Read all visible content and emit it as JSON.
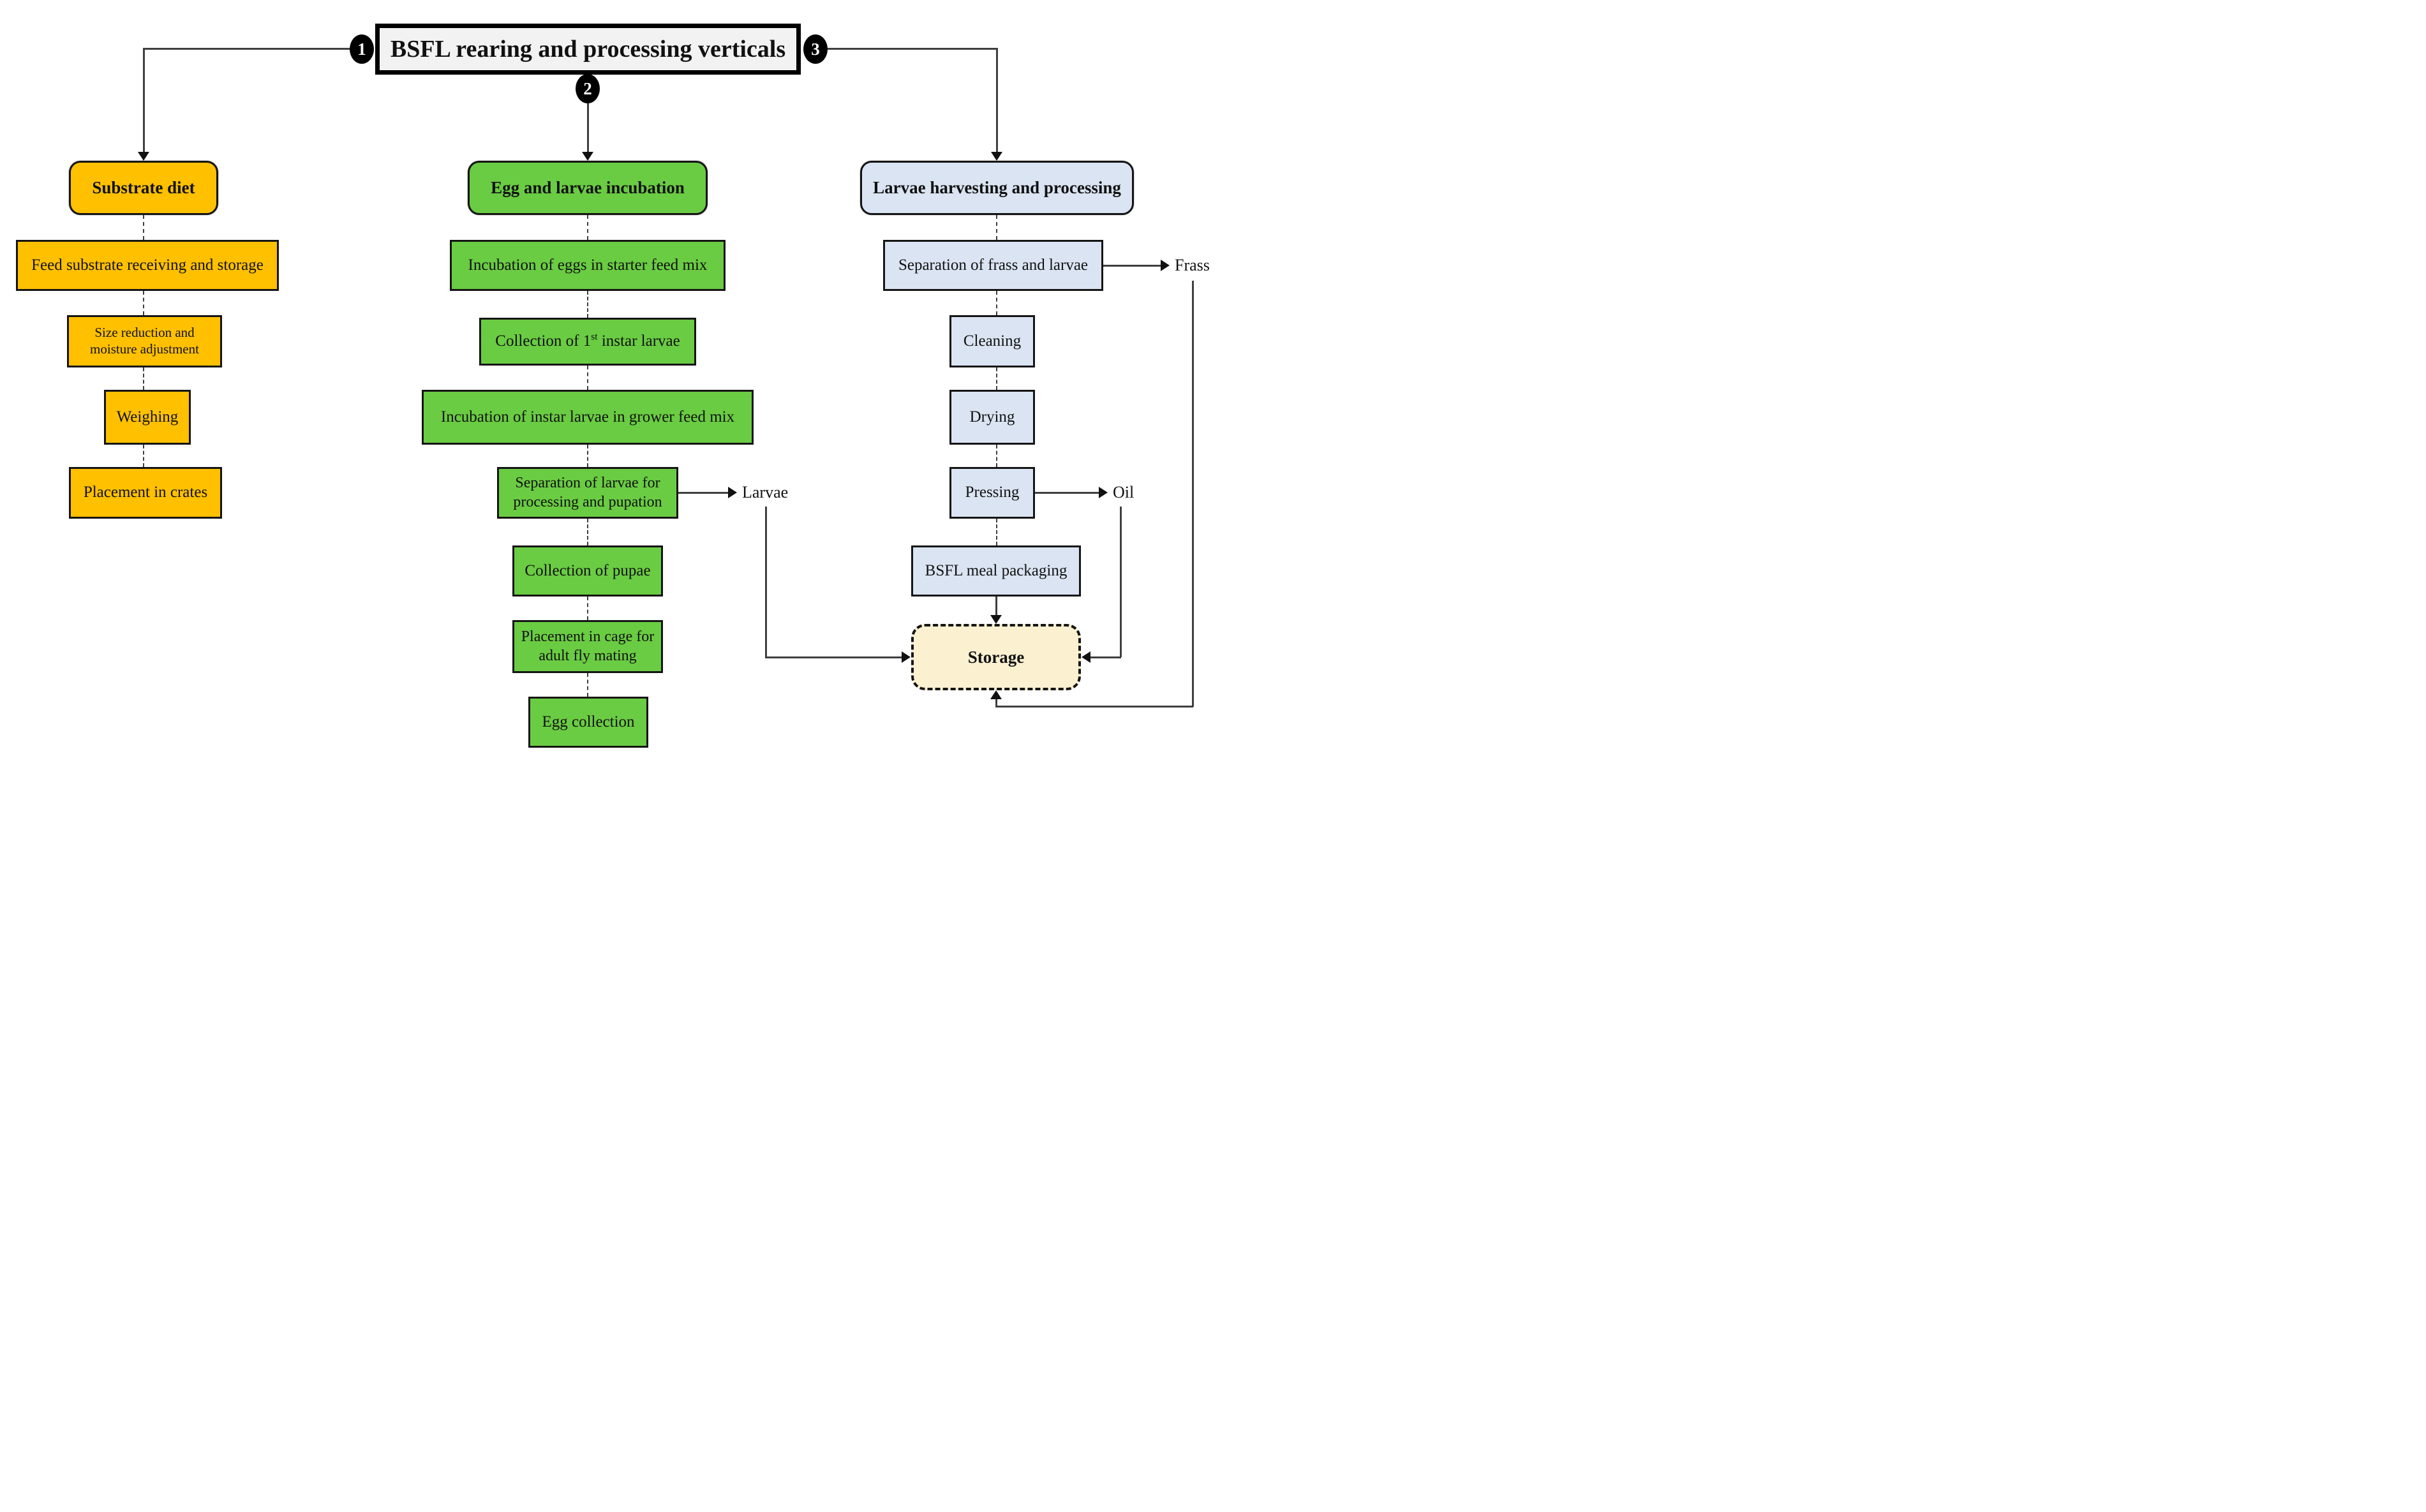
{
  "diagram": {
    "title": "BSFL rearing and processing verticals",
    "badges": [
      "1",
      "2",
      "3"
    ],
    "columns": [
      {
        "header": "Substrate diet",
        "steps": [
          "Feed substrate receiving and storage",
          "Size reduction and moisture adjustment",
          "Weighing",
          "Placement in crates"
        ]
      },
      {
        "header": "Egg and larvae incubation",
        "steps": [
          "Incubation of eggs in starter feed mix",
          "Collection of 1st instar larvae",
          "Incubation of instar larvae in grower feed mix",
          "Separation of larvae for processing and pupation",
          "Collection of pupae",
          "Placement in cage for adult fly mating",
          "Egg collection"
        ],
        "step1_parts": {
          "prefix": "Collection of 1",
          "sup": "st",
          "suffix": " instar larvae"
        }
      },
      {
        "header": "Larvae harvesting and processing",
        "steps": [
          "Separation of frass and larvae",
          "Cleaning",
          "Drying",
          "Pressing",
          "BSFL meal packaging"
        ]
      }
    ],
    "outputs": {
      "larvae": "Larvae",
      "oil": "Oil",
      "frass": "Frass"
    },
    "storage": "Storage",
    "colors": {
      "substrate": "#FFC000",
      "incubation": "#6ACC42",
      "harvest": "#DAE4F2",
      "storage_fill": "#FBF0D0",
      "title_fill": "#F2F2F2",
      "line": "#3F3F3F"
    }
  }
}
